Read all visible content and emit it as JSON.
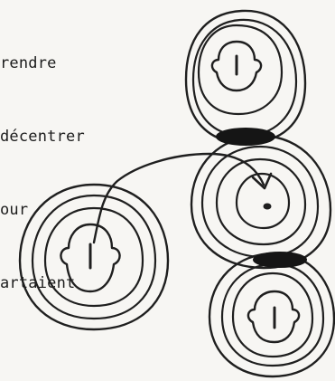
{
  "text_lines": [
    "rendre",
    "décentrer",
    "our",
    "artaient"
  ],
  "colors": {
    "ink": "#1f1f1f",
    "paper": "#f7f6f3"
  }
}
